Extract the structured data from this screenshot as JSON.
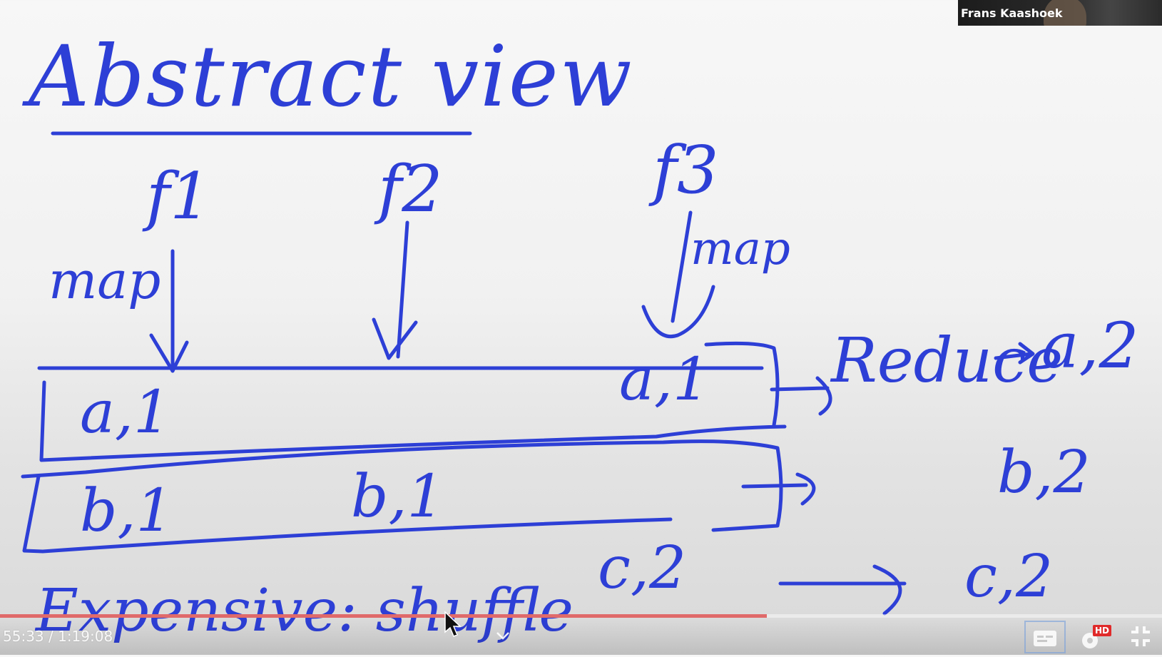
{
  "whiteboard": {
    "title": "Abstract view",
    "functions": [
      "f1",
      "f2",
      "f3"
    ],
    "labels": {
      "map_left": "map",
      "map_right": "map",
      "reduce": "Reduce",
      "reduce_result": "a,2",
      "shuffle": "Expensive: shuffle"
    },
    "pairs": {
      "row_a": [
        "a,1",
        "a,1"
      ],
      "row_b": [
        "b,1",
        "b,1"
      ],
      "pair_c": "c,2",
      "out_b": "b,2",
      "out_c": "c,2"
    },
    "ink_color": "#2d3fd6"
  },
  "webcam": {
    "participant_name": "Frans Kaashoek"
  },
  "player": {
    "current_time": "55:33",
    "duration": "1:19:08",
    "time_separator": " / ",
    "progress_fraction": 0.66,
    "hd_badge": "HD",
    "progress_color": "#e06a6a",
    "icons": [
      "chevron-down-icon",
      "subtitles-icon",
      "settings-gear-icon",
      "exit-fullscreen-icon",
      "mouse-cursor-icon"
    ]
  }
}
